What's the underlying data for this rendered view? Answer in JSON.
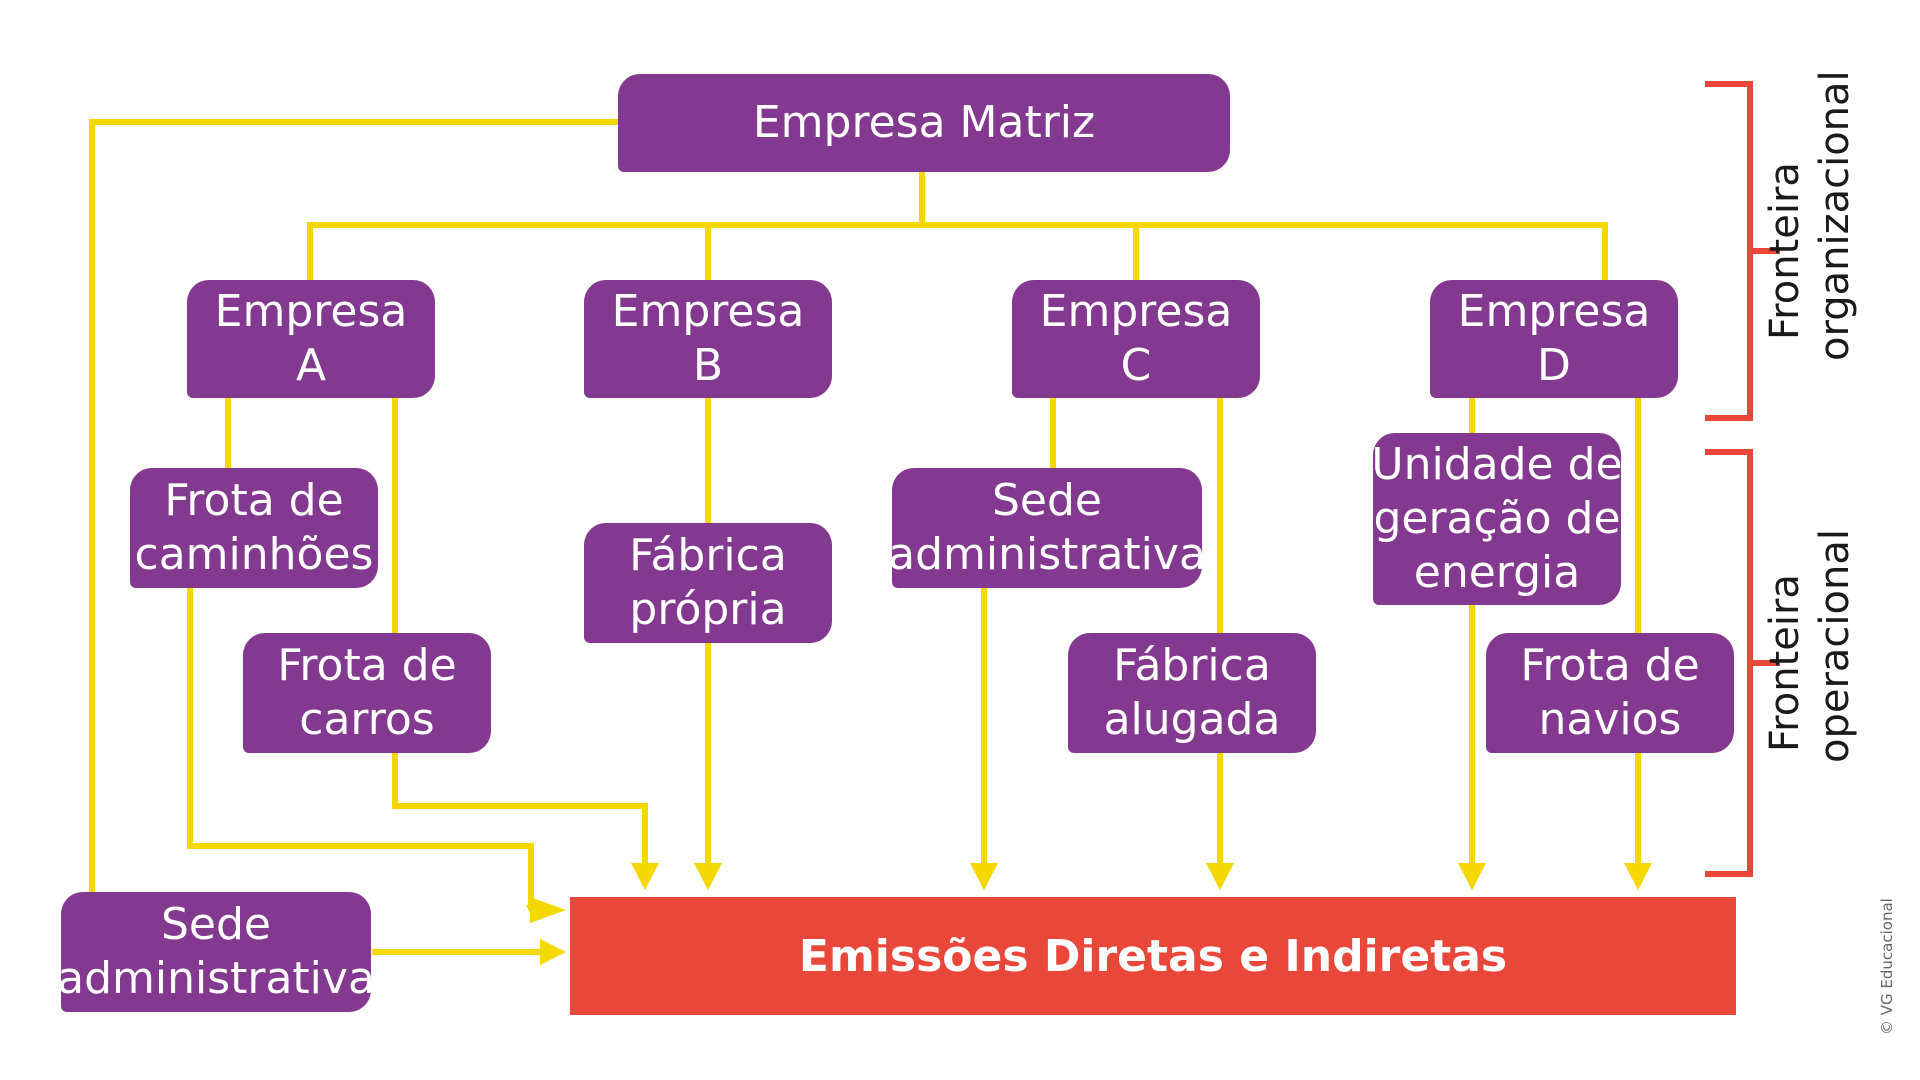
{
  "colors": {
    "node_fill": "#833990",
    "emissions_fill": "#e8473a",
    "connector": "#f5d800",
    "bracket": "#e8473a"
  },
  "top": {
    "label": "Empresa Matriz"
  },
  "companies": [
    {
      "line1": "Empresa",
      "line2": "A"
    },
    {
      "line1": "Empresa",
      "line2": "B"
    },
    {
      "line1": "Empresa",
      "line2": "C"
    },
    {
      "line1": "Empresa",
      "line2": "D"
    }
  ],
  "units": {
    "frota_caminhoes": {
      "line1": "Frota de",
      "line2": "caminhões"
    },
    "frota_carros": {
      "line1": "Frota de",
      "line2": "carros"
    },
    "fabrica_propria": {
      "line1": "Fábrica",
      "line2": "própria"
    },
    "sede_c": {
      "line1": "Sede",
      "line2": "administrativa"
    },
    "fabrica_alugada": {
      "line1": "Fábrica",
      "line2": "alugada"
    },
    "unidade_energia": {
      "line1": "Unidade de",
      "line2": "geração de",
      "line3": "energia"
    },
    "frota_navios": {
      "line1": "Frota de",
      "line2": "navios"
    },
    "sede_matriz": {
      "line1": "Sede",
      "line2": "administrativa"
    }
  },
  "emissions": {
    "label": "Emissões Diretas e Indiretas"
  },
  "brackets": {
    "organizacional": {
      "line1": "Fronteira",
      "line2": "organizacional"
    },
    "operacional": {
      "line1": "Fronteira",
      "line2": "operacional"
    }
  },
  "credit": "© VG Educacional"
}
